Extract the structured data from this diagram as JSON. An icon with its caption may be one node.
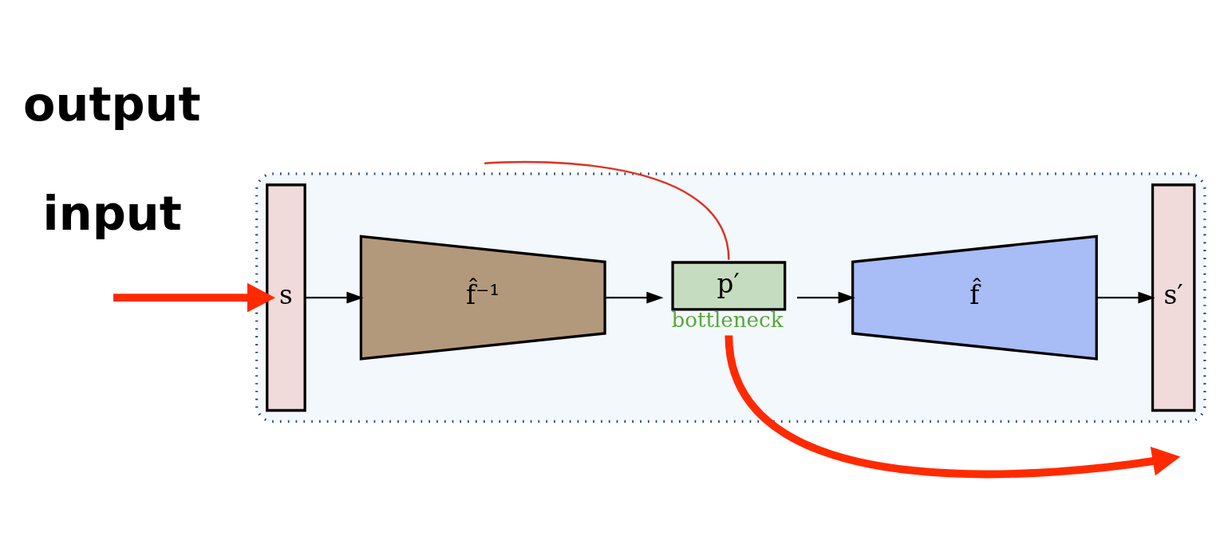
{
  "diagram": {
    "nodes": [
      {
        "text": [],
        "shape": "box"
      },
      {
        "text": [
          "s"
        ],
        "in": 0
      },
      {
        "text": [
          "f̂⁻¹"
        ],
        "in": 0
      },
      {
        "text": [
          "p′"
        ],
        "in": 0,
        "beside": [
          "bottleneck"
        ]
      },
      {
        "text": [
          "f̂"
        ],
        "in": 0
      },
      {
        "text": [
          "s′"
        ],
        "in": 0
      }
    ],
    "edges": [
      {
        "from": null,
        "to": 1,
        "arrow": "to",
        "style": "thick",
        "color": "#ff2a00"
      },
      {
        "from": 1,
        "to": 2,
        "arrow": "to"
      },
      {
        "from": 2,
        "to": 3,
        "arrow": "to"
      },
      {
        "from": 3,
        "to": 4,
        "arrow": "to"
      },
      {
        "from": 4,
        "to": 5,
        "arrow": "to"
      },
      {
        "from": 3,
        "to": null,
        "arrow": "to",
        "style": "thick",
        "color": "#ff2a00"
      },
      {
        "from": null,
        "to": 3,
        "arrow": "none",
        "color": "#e03020"
      }
    ],
    "labels": [
      "input",
      "output"
    ]
  }
}
